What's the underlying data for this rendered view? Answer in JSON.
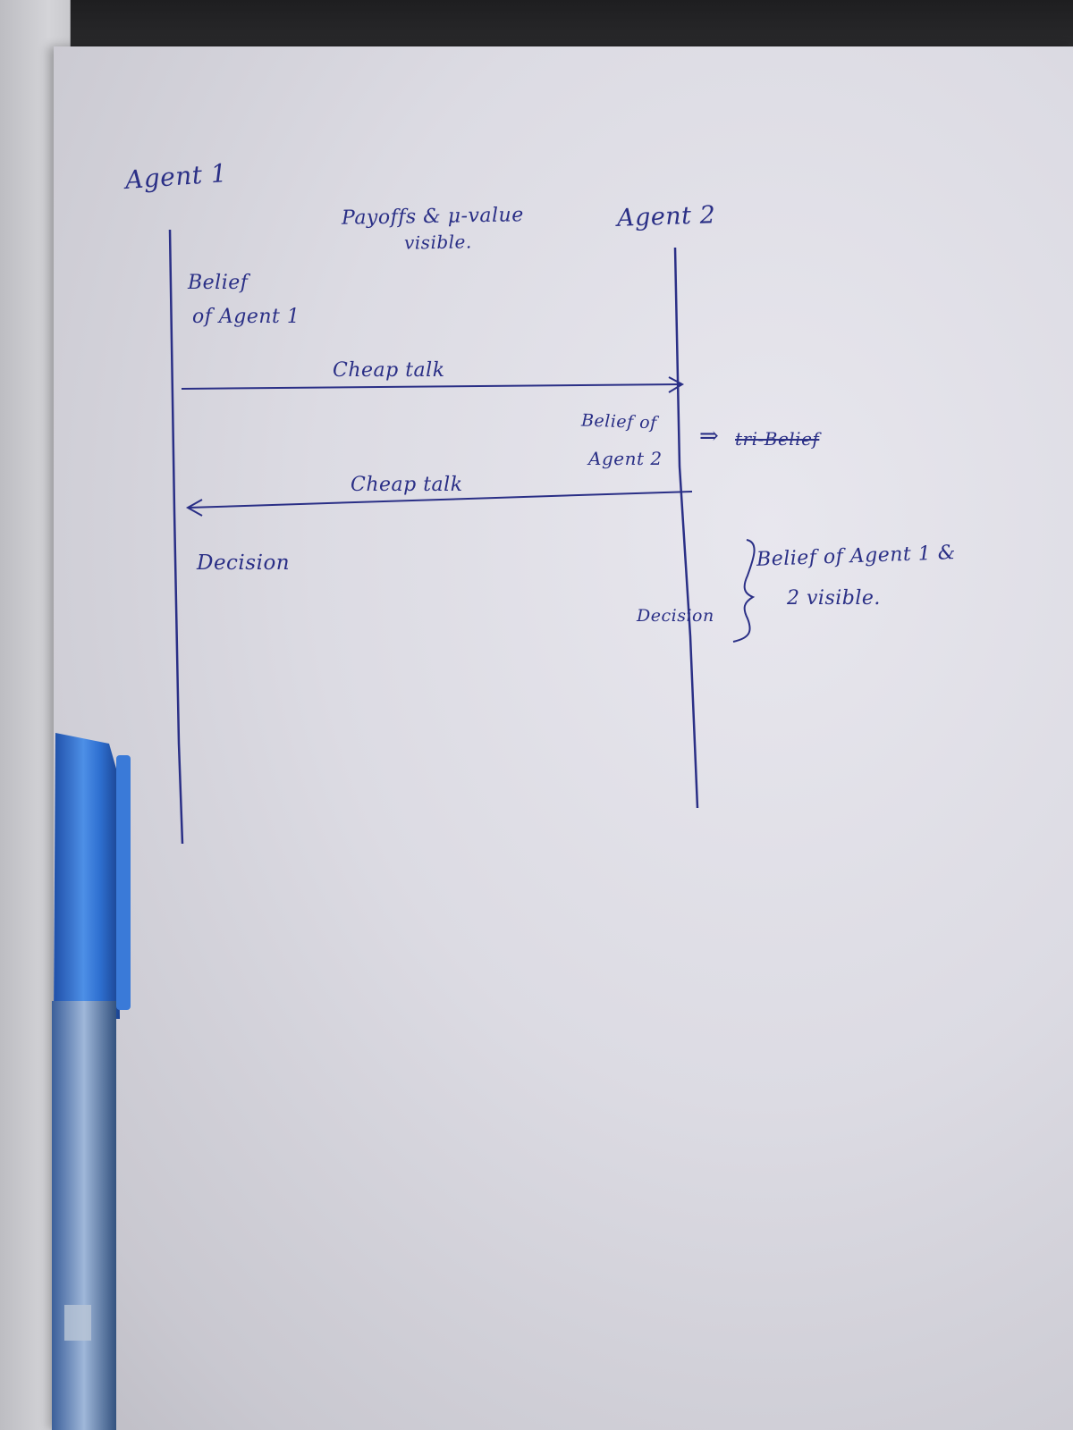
{
  "diagram": {
    "agent1_title": "Agent 1",
    "agent2_title": "Agent 2",
    "payoffs_note_line1": "Payoffs & μ-value",
    "payoffs_note_line2": "visible.",
    "agent1_belief_line1": "Belief",
    "agent1_belief_line2": "of Agent 1",
    "cheap_talk_1": "Cheap talk",
    "agent2_belief_line1": "Belief of",
    "agent2_belief_line2": "Agent 2",
    "implies_arrow": "⇒",
    "crossed_out_text": "tri-Belief",
    "cheap_talk_2": "Cheap talk",
    "agent1_decision": "Decision",
    "agent2_decision": "Decision",
    "both_beliefs_line1": "Belief of Agent 1 &",
    "both_beliefs_line2": "2 visible."
  },
  "colors": {
    "ink": "#2a2f86",
    "paper": "#dcdbe3",
    "pen_body": "#2e6fd0"
  }
}
